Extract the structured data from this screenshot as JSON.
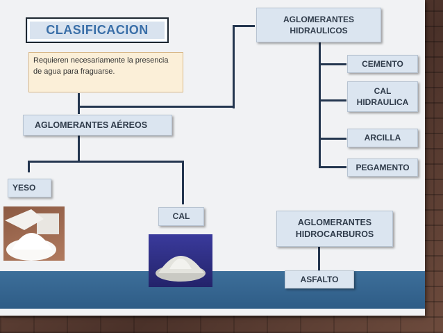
{
  "title": "CLASIFICACION",
  "note": "Requieren necesariamente la presencia de agua para fraguarse.",
  "aereos": {
    "label": "AGLOMERANTES AÉREOS",
    "children": [
      "YESO",
      "CAL"
    ]
  },
  "hidraulicos": {
    "label_line1": "AGLOMERANTES",
    "label_line2": "HIDRAULICOS",
    "children": [
      "CEMENTO",
      "CAL HIDRAULICA",
      "ARCILLA",
      "PEGAMENTO"
    ],
    "cal_hidraulica_line1": "CAL",
    "cal_hidraulica_line2": "HIDRAULICA"
  },
  "hidrocarburos": {
    "label_line1": "AGLOMERANTES",
    "label_line2": "HIDROCARBUROS",
    "children": [
      "ASFALTO"
    ]
  },
  "colors": {
    "box_fill": "#dbe5f0",
    "connector": "#24364f",
    "band": "#2e5c86",
    "title_text": "#3a6fa8",
    "note_fill": "#fbefd8"
  }
}
